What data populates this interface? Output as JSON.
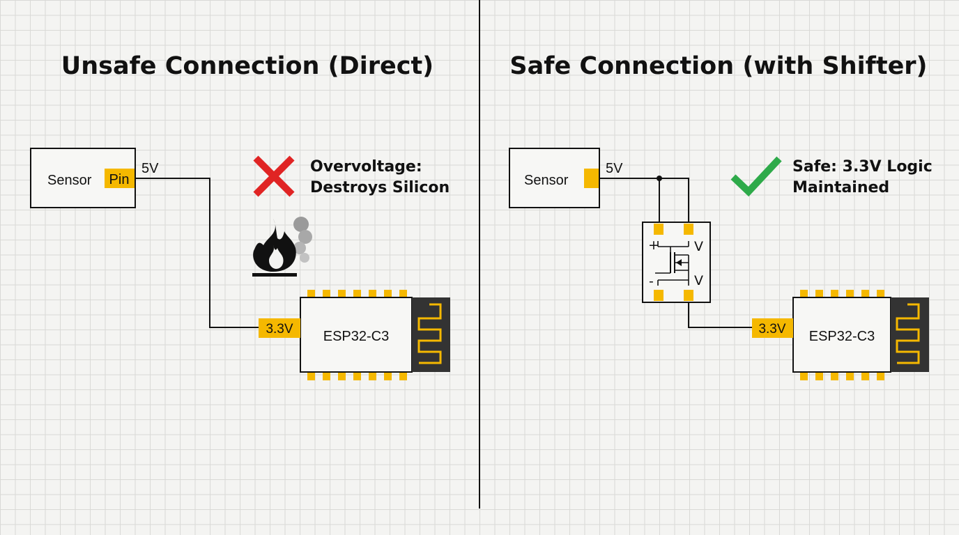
{
  "colors": {
    "accent_pin": "#f5b800",
    "error_red": "#e02424",
    "success_green": "#2eaa4a",
    "antenna_bg": "#333333"
  },
  "unsafe": {
    "title": "Unsafe Connection (Direct)",
    "sensor_label": "Sensor",
    "pin_label": "Pin",
    "wire_voltage": "5V",
    "mcu_pin_label": "3.3V",
    "mcu_label": "ESP32-C3",
    "warning_icon": "cross-icon",
    "damage_icon": "fire-smoke-icon",
    "warning_line1": "Overvoltage:",
    "warning_line2": "Destroys Silicon"
  },
  "safe": {
    "title": "Safe Connection (with Shifter)",
    "sensor_label": "Sensor",
    "wire_voltage": "5V",
    "shifter_plus": "+",
    "shifter_minus": "-",
    "shifter_v_top": "V",
    "shifter_v_bottom": "V",
    "mcu_pin_label": "3.3V",
    "mcu_label": "ESP32-C3",
    "ok_icon": "checkmark-icon",
    "ok_line1": "Safe: 3.3V Logic",
    "ok_line2": "Maintained"
  }
}
